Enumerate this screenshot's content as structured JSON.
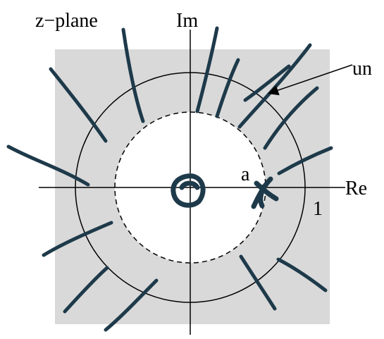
{
  "labels": {
    "plane": "z−plane",
    "imaginary_axis": "Im",
    "real_axis": "Re",
    "unit_marker": "1",
    "zero_label": "a",
    "pointer_label": "un"
  },
  "colors": {
    "background": "#ffffff",
    "shaded_region": "#d9d9d9",
    "ink": "#1e3a4a",
    "lines": "#000000"
  }
}
